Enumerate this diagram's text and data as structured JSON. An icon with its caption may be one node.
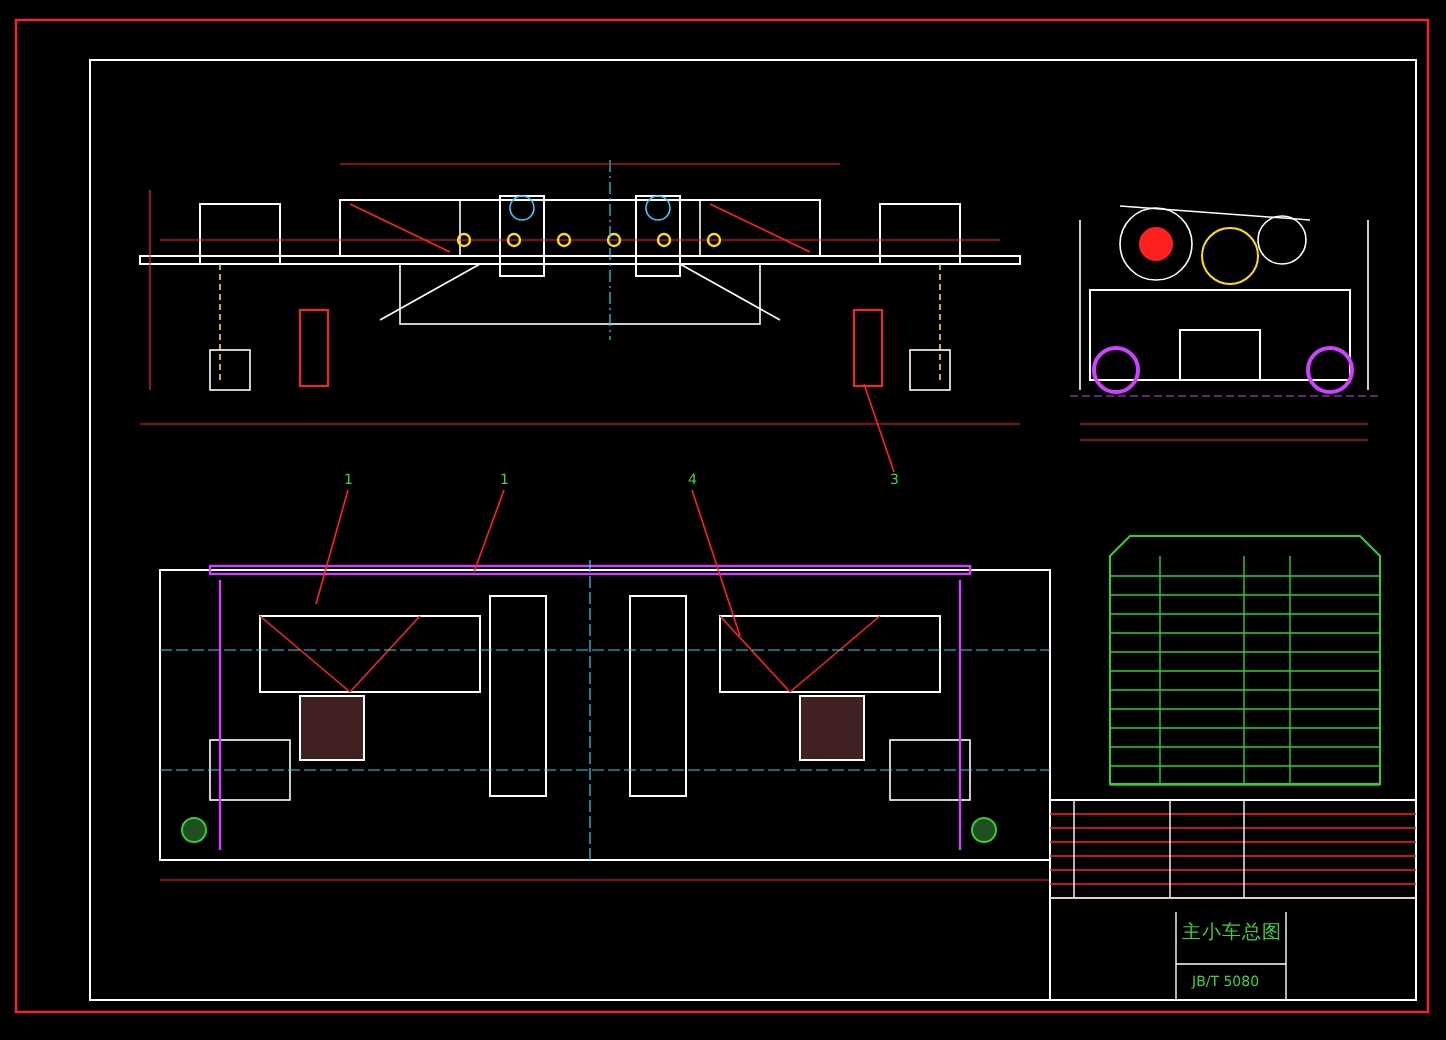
{
  "diagram": {
    "nodes": [
      {
        "text": [
          "1"
        ]
      },
      {
        "text": [
          "1"
        ]
      },
      {
        "text": [
          "4"
        ]
      },
      {
        "text": [
          "3"
        ]
      }
    ],
    "edges": [
      {
        "from": 0,
        "to": null,
        "arrow": "none"
      },
      {
        "from": 1,
        "to": null,
        "arrow": "none"
      },
      {
        "from": 2,
        "to": null,
        "arrow": "none"
      },
      {
        "from": 3,
        "to": null,
        "arrow": "none"
      }
    ],
    "labels": [
      "主小车总图",
      "JB/T 5080"
    ]
  }
}
